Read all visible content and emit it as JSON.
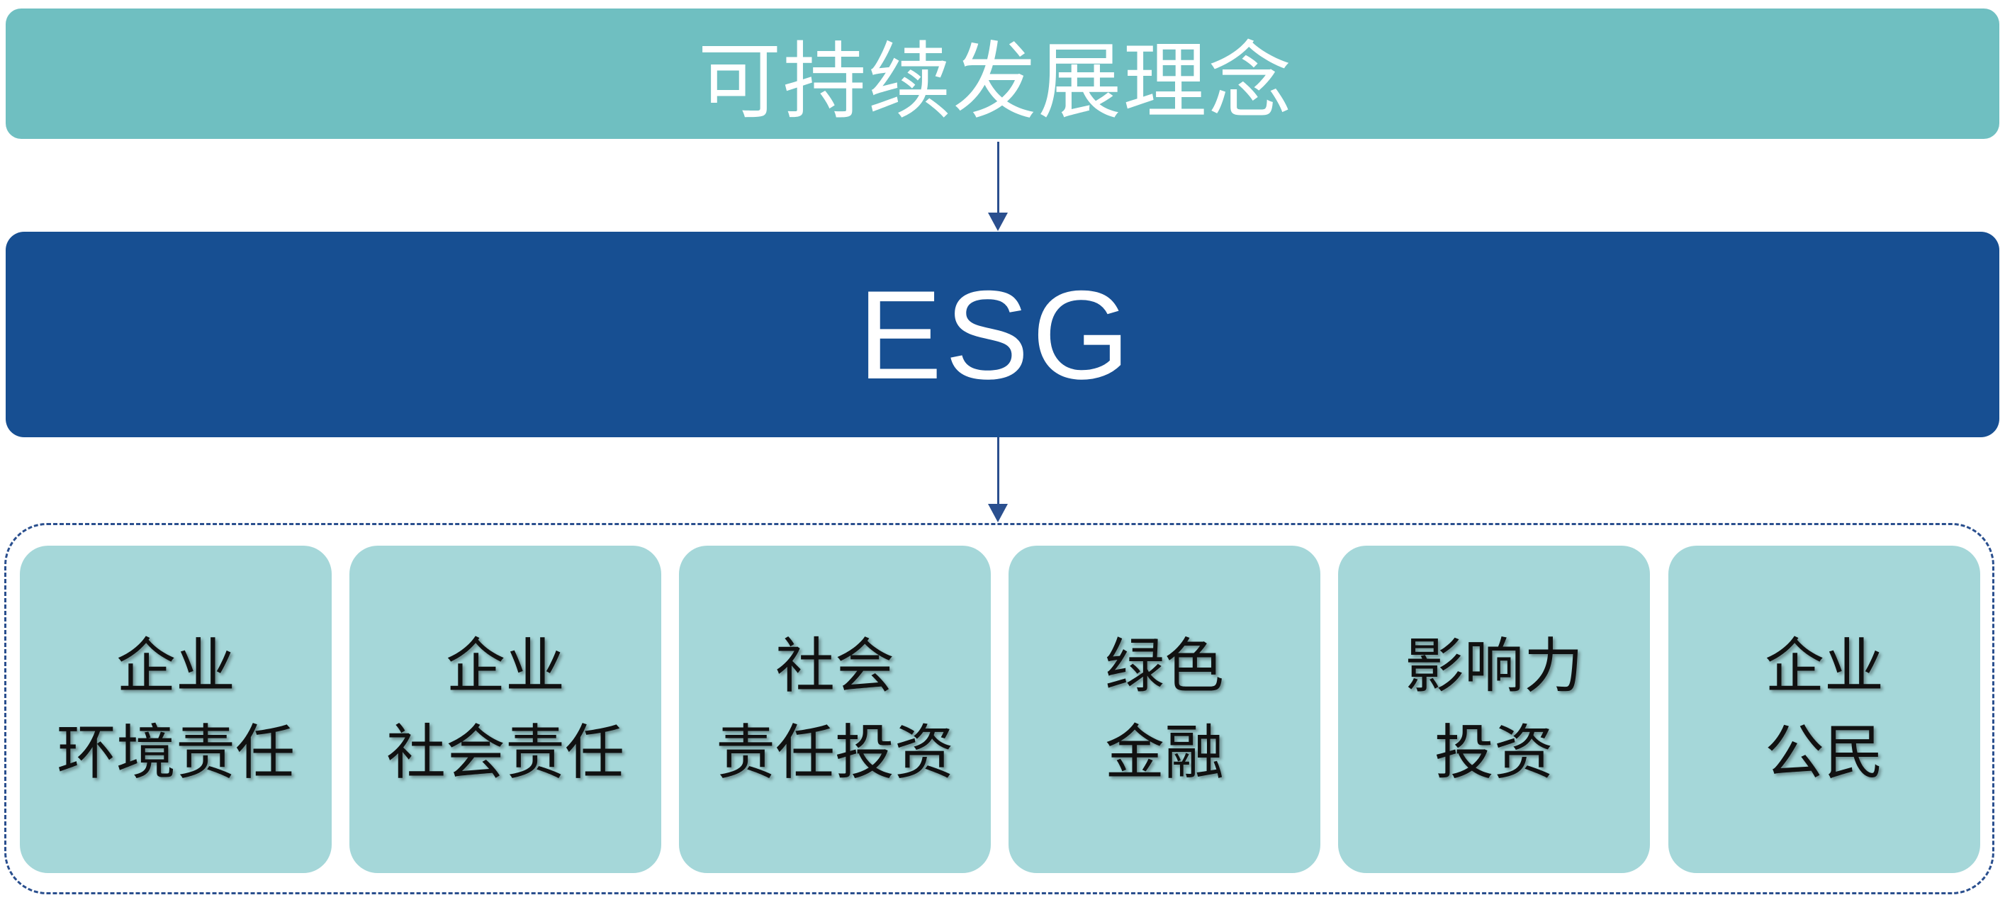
{
  "colors": {
    "top_banner": "#6fbfc1",
    "esg_banner": "#174f92",
    "arrow": "#2a4f8e",
    "card": "#a5d7d9",
    "frame": "#2a4f8e"
  },
  "top_banner": {
    "label": "可持续发展理念"
  },
  "esg_banner": {
    "label": "ESG"
  },
  "cards": [
    {
      "line1": "企业",
      "line2": "环境责任"
    },
    {
      "line1": "企业",
      "line2": "社会责任"
    },
    {
      "line1": "社会",
      "line2": "责任投资"
    },
    {
      "line1": "绿色",
      "line2": "金融"
    },
    {
      "line1": "影响力",
      "line2": "投资"
    },
    {
      "line1": "企业",
      "line2": "公民"
    }
  ]
}
